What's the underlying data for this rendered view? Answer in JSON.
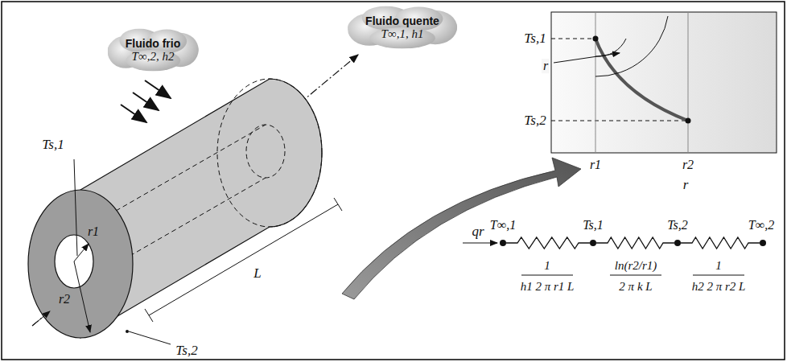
{
  "diagram": {
    "nodes": [
      {
        "text": [
          "Fluido frio",
          "T∞,2, h2"
        ]
      },
      {
        "text": [
          "Fluido quente",
          "T∞,1, h1"
        ]
      }
    ],
    "labels": [
      "Ts,1",
      "r1",
      "r2",
      "L",
      "Ts,2",
      "Ts,1",
      "Ts,2",
      "r",
      "r1",
      "r2",
      "r",
      "qr",
      "T∞,1",
      "Ts,1",
      "Ts,2",
      "T∞,2",
      "1",
      "h1 2 π r1 L",
      "ln(r2/r1)",
      "2 π k L",
      "1",
      "h2 2 π r2 L"
    ]
  }
}
